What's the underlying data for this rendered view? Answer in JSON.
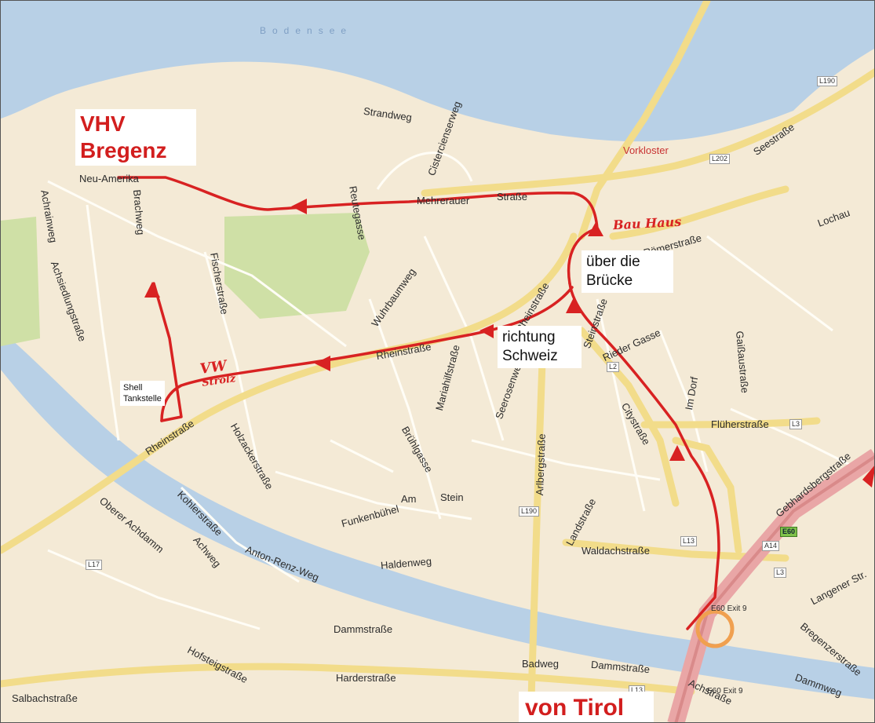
{
  "lake_name": "Bodensee",
  "annotations": {
    "vhv_line1": "VHV",
    "vhv_line2": "Bregenz",
    "bauhaus": "Bau Haus",
    "ueber_line1": "über die",
    "ueber_line2": "Brücke",
    "richtung_line1": "richtung",
    "richtung_line2": "Schweiz",
    "vw_line1": "VW",
    "vw_line2": "Strolz",
    "von_tirol": "von Tirol",
    "shell_line1": "Shell",
    "shell_line2": "Tankstelle"
  },
  "streets": {
    "strandweg": "Strandweg",
    "vorkloster": "Vorkloster",
    "seestrasse": "Seestraße",
    "mehrerauer": "Mehrerauer",
    "strasse": "Straße",
    "neu_amerika": "Neu-Amerika",
    "rheinstrasse_mid": "Rheinstraße",
    "rheinstrasse_left": "Rheinstraße",
    "rheinstrasse_upper": "Rheinstraße",
    "roemerstrasse": "Römerstraße",
    "flueherstrasse": "Flüherstraße",
    "im_dorf": "Im Dorf",
    "am": "Am",
    "stein": "Stein",
    "funkenbuehel": "Funkenbühel",
    "haldenweg": "Haldenweg",
    "dammstrasse": "Dammstraße",
    "dammstrasse2": "Dammstraße",
    "badweg": "Badweg",
    "hofsteigstrasse": "Hofsteigstraße",
    "harderstrasse": "Harderstraße",
    "salbachstrasse": "Salbachstraße",
    "landstrasse": "Landstraße",
    "waldachstrasse": "Waldachstraße",
    "arlbergstrasse": "Arlbergstraße",
    "oberer_achdamm": "Oberer Achdamm",
    "langener": "Langener Str.",
    "bregenzerstrasse": "Bregenzerstraße",
    "achstrasse": "Achstraße",
    "kohlerstrasse": "Kohlerstraße",
    "holzackerstrasse": "Holzackerstraße",
    "anton_renz": "Anton-Renz-Weg",
    "achweg": "Achweg",
    "rieder_gasse": "Rieder Gasse",
    "citystrasse": "Citystraße",
    "achrainweg": "Achrainweg",
    "achsiedlung": "Achsiedlungstraße",
    "brachweg": "Brachweg",
    "fischerstrasse": "Fischerstraße",
    "reutegasse": "Reutegasse",
    "wuhrbaumweg": "Wuhrbaumweg",
    "cistercienser": "Cistercienserweg",
    "mariahilfstrasse": "Mariahilfstraße",
    "seerosen": "Seerosenweg",
    "bruehlgasse": "Brühlgasse",
    "gaissau": "Gaißaustraße",
    "steinstrasse": "Steinstraße",
    "lochau": "Lochau",
    "gebhard": "Gebhardsbergstraße",
    "dammweg": "Dammweg",
    "e60_exit": "E60 Exit 9",
    "e60_exit2": "E60 Exit 9"
  },
  "shields": {
    "l190": "L190",
    "l202": "L202",
    "l2": "L2",
    "l3": "L3",
    "l190b": "L190",
    "l13": "L13",
    "l3b": "L3",
    "a14": "A14",
    "e60": "E60",
    "l17": "L17",
    "l13b": "L13"
  },
  "colors": {
    "water": "#b8d0e6",
    "land": "#f4ead6",
    "park": "#cfe0a6",
    "road_major": "#f2dc8a",
    "motorway": "#e9a6a6",
    "route": "#d82222"
  }
}
